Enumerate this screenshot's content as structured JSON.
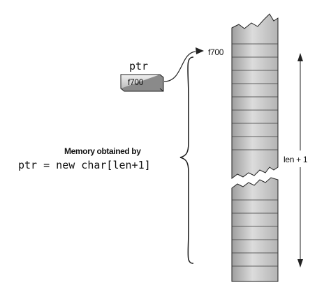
{
  "pointer": {
    "name": "ptr",
    "value": "f700"
  },
  "memory": {
    "caption": "Memory obtained by",
    "code": "ptr = new char[len+1]",
    "start_address": "f700",
    "size_label": "len + 1"
  },
  "colors": {
    "cell_fill_light": "#e4e4e4",
    "cell_fill_dark": "#a8a8a8",
    "stroke": "#222222",
    "text": "#111111"
  }
}
